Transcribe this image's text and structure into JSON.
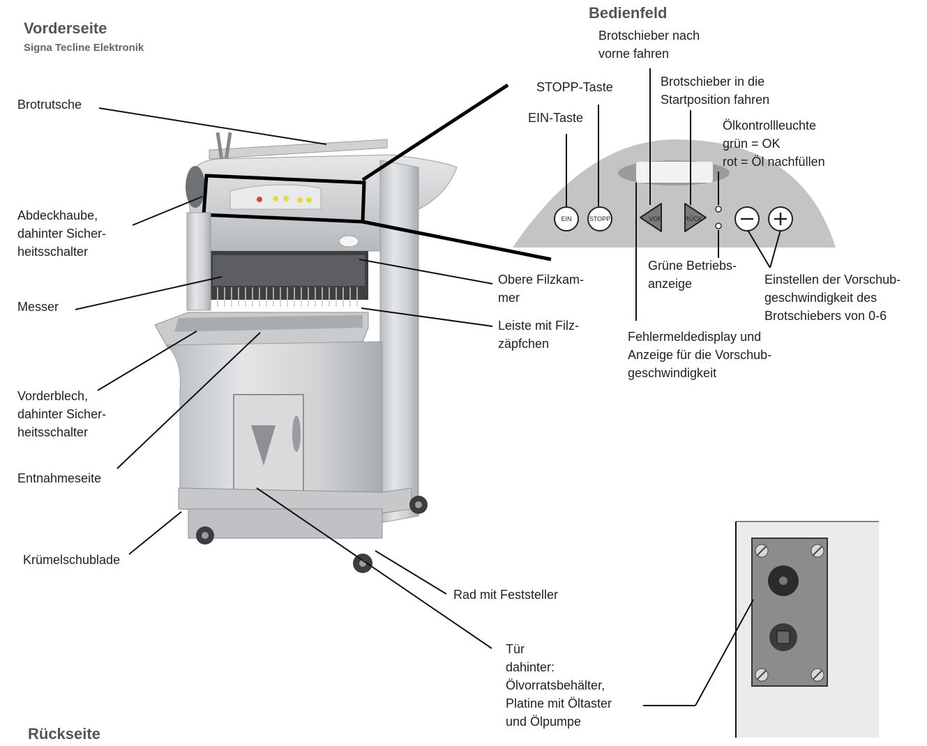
{
  "front": {
    "title": "Vorderseite",
    "subtitle": "Signa Tecline Elektronik"
  },
  "back": {
    "title": "Rückseite"
  },
  "panel": {
    "title": "Bedienfeld",
    "buttons": {
      "ein": "EIN",
      "stopp": "STOPP",
      "vor": "VOR",
      "rueck": "RÜCK"
    },
    "labels": {
      "vor_fahren": "Brotschieber nach\nvorne fahren",
      "stopp_taste": "STOPP-Taste",
      "start_position": "Brotschieber in die\nStartposition fahren",
      "ein_taste": "EIN-Taste",
      "oel_leuchte": "Ölkontrollleuchte\ngrün = OK\nrot    = Öl nachfüllen",
      "betriebsanzeige": "Grüne Betriebs-\nanzeige",
      "vorschub": "Einstellen der Vorschub-\ngeschwindigkeit des\nBrotschiebers von 0-6",
      "fehlermeldung": "Fehlermeldedisplay und\nAnzeige für die Vorschub-\ngeschwindigkeit"
    }
  },
  "machine_labels": {
    "brotrutsche": "Brotrutsche",
    "abdeckhaube": "Abdeckhaube,\ndahinter Sicher-\nheitsschalter",
    "messer": "Messer",
    "vorderblech": "Vorderblech,\ndahinter Sicher-\nheitsschalter",
    "entnahmeseite": "Entnahmeseite",
    "kruemelschublade": "Krümelschublade",
    "obere_filzkammer": "Obere Filzkam-\nmer",
    "leiste": "Leiste mit Filz-\nzäpfchen",
    "rad": "Rad mit Feststeller",
    "tuer": "Tür\ndahinter:\nÖlvorratsbehälter,\nPlatine mit Öltaster\nund Ölpumpe"
  },
  "colors": {
    "panel_gray": "#c4c4c4",
    "machine_steel": "#d2d4d6",
    "machine_dark": "#8e9093",
    "led_red": "#e23b3b",
    "led_yellow": "#e6d84a",
    "callout_line": "#111111"
  }
}
